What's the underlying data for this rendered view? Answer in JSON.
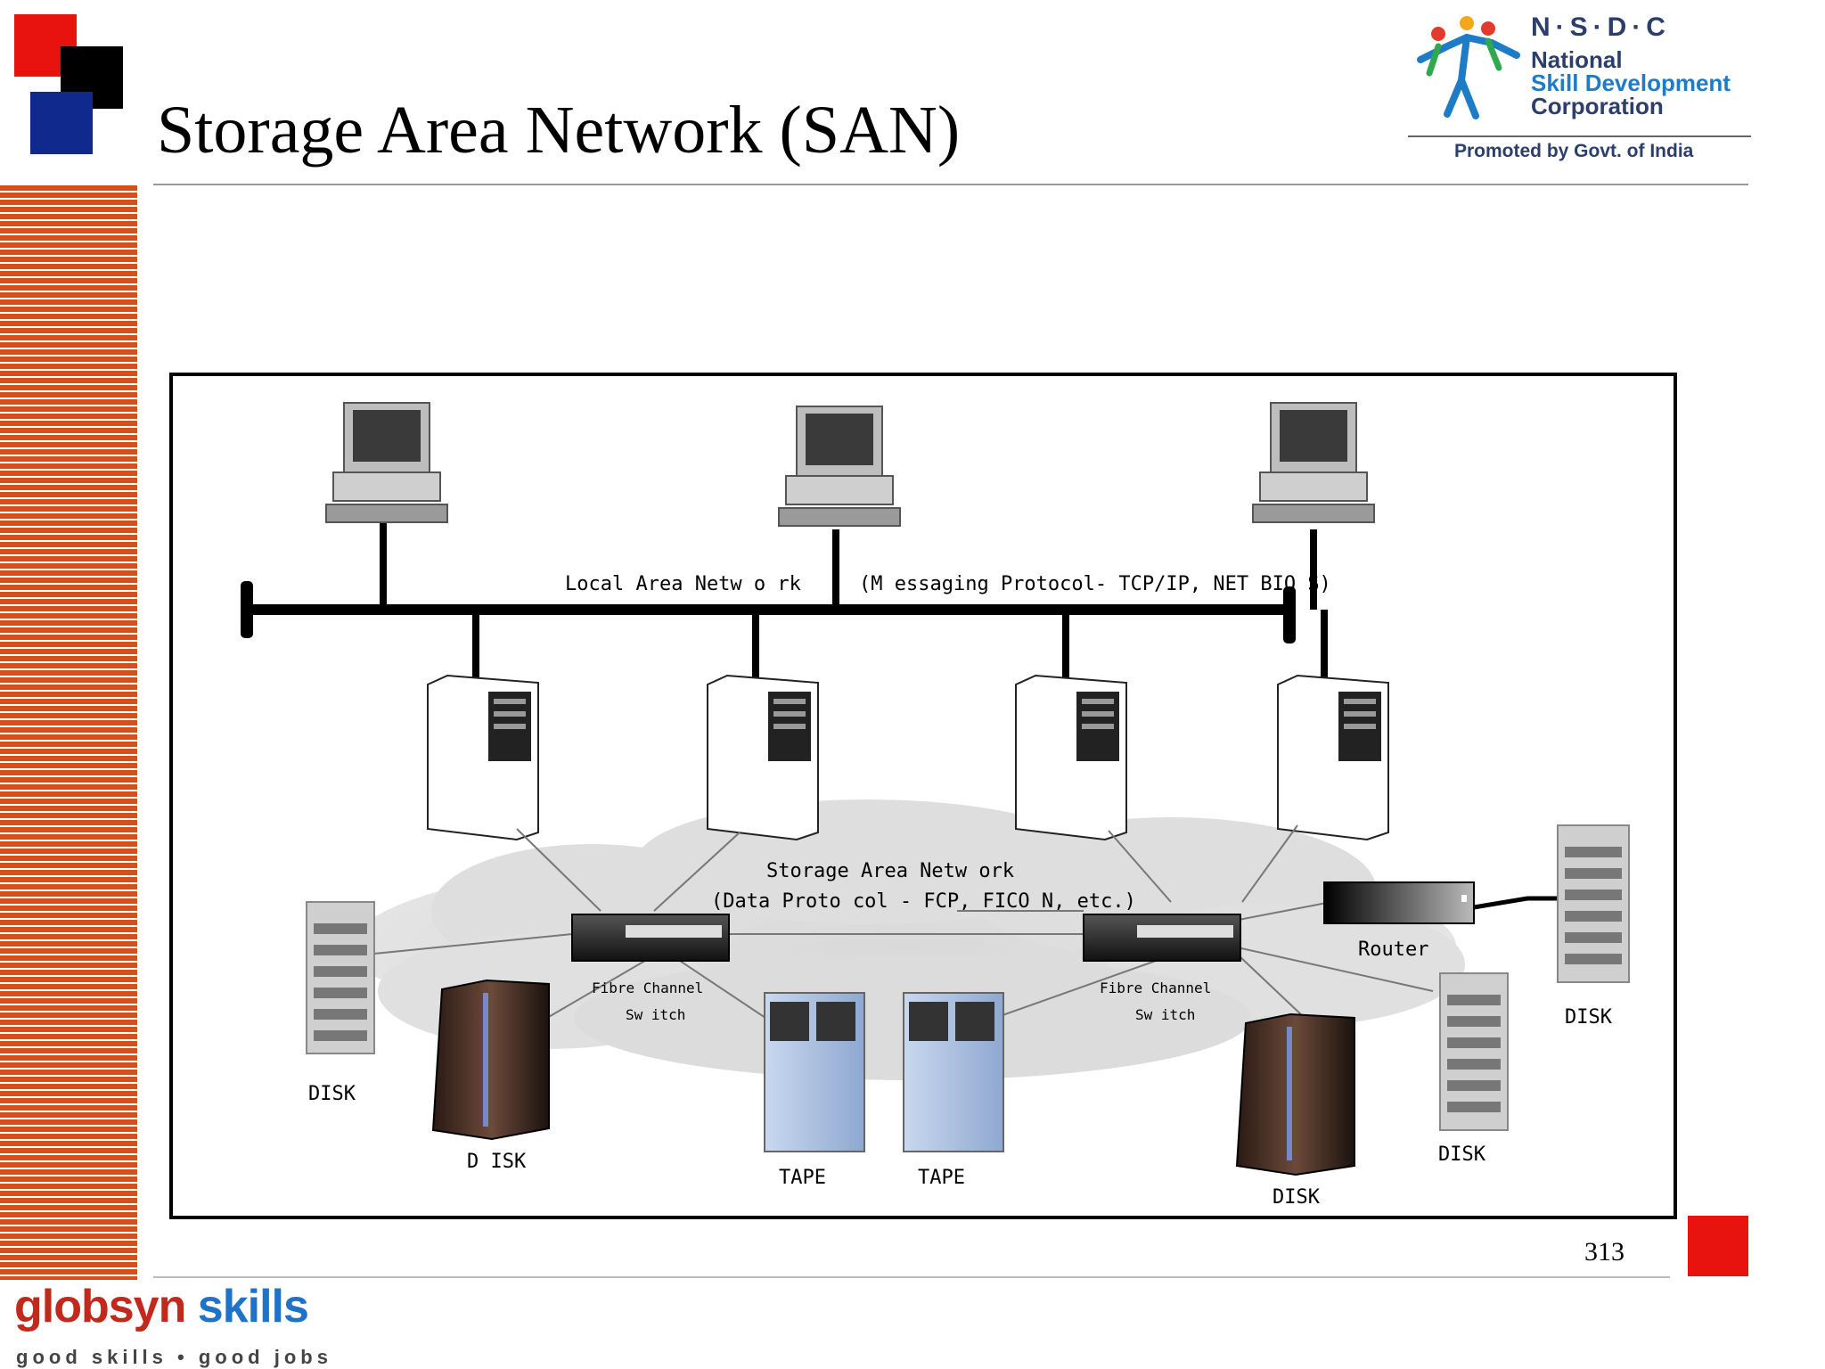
{
  "slide": {
    "title": "Storage Area Network (SAN)",
    "page_number": "313"
  },
  "nsdc_logo": {
    "abbr": "N·S·D·C",
    "line1": "National",
    "line2": "Skill Development",
    "line3": "Corporation",
    "promoted": "Promoted by Govt. of India"
  },
  "footer": {
    "brand_part1": "globsyn",
    "brand_part2": "skills",
    "tagline": "good skills • good jobs"
  },
  "diagram": {
    "lan_label": "Local Area Netw o rk",
    "lan_protocol": "(M essaging Protocol- TCP/IP, NET BIO S)",
    "san_label": "Storage Area Netw ork",
    "san_protocol": "(Data Proto col - FCP, FICO N, etc.)",
    "switch_left_line1": "Fibre Channel",
    "switch_left_line2": "Sw itch",
    "switch_right_line1": "Fibre Channel",
    "switch_right_line2": "Sw itch",
    "router": "Router",
    "disk_far_left": "DISK",
    "disk_left_tower": "D ISK",
    "tape_1": "TAPE",
    "tape_2": "TAPE",
    "disk_right_tower": "DISK",
    "disk_right_shelf": "DISK",
    "disk_far_right": "DISK"
  },
  "colors": {
    "accent_red": "#e8120e",
    "accent_blue": "#10298c",
    "stripe_orange": "#d94d18",
    "brand_red": "#c2291d",
    "brand_blue": "#1e73c8"
  }
}
